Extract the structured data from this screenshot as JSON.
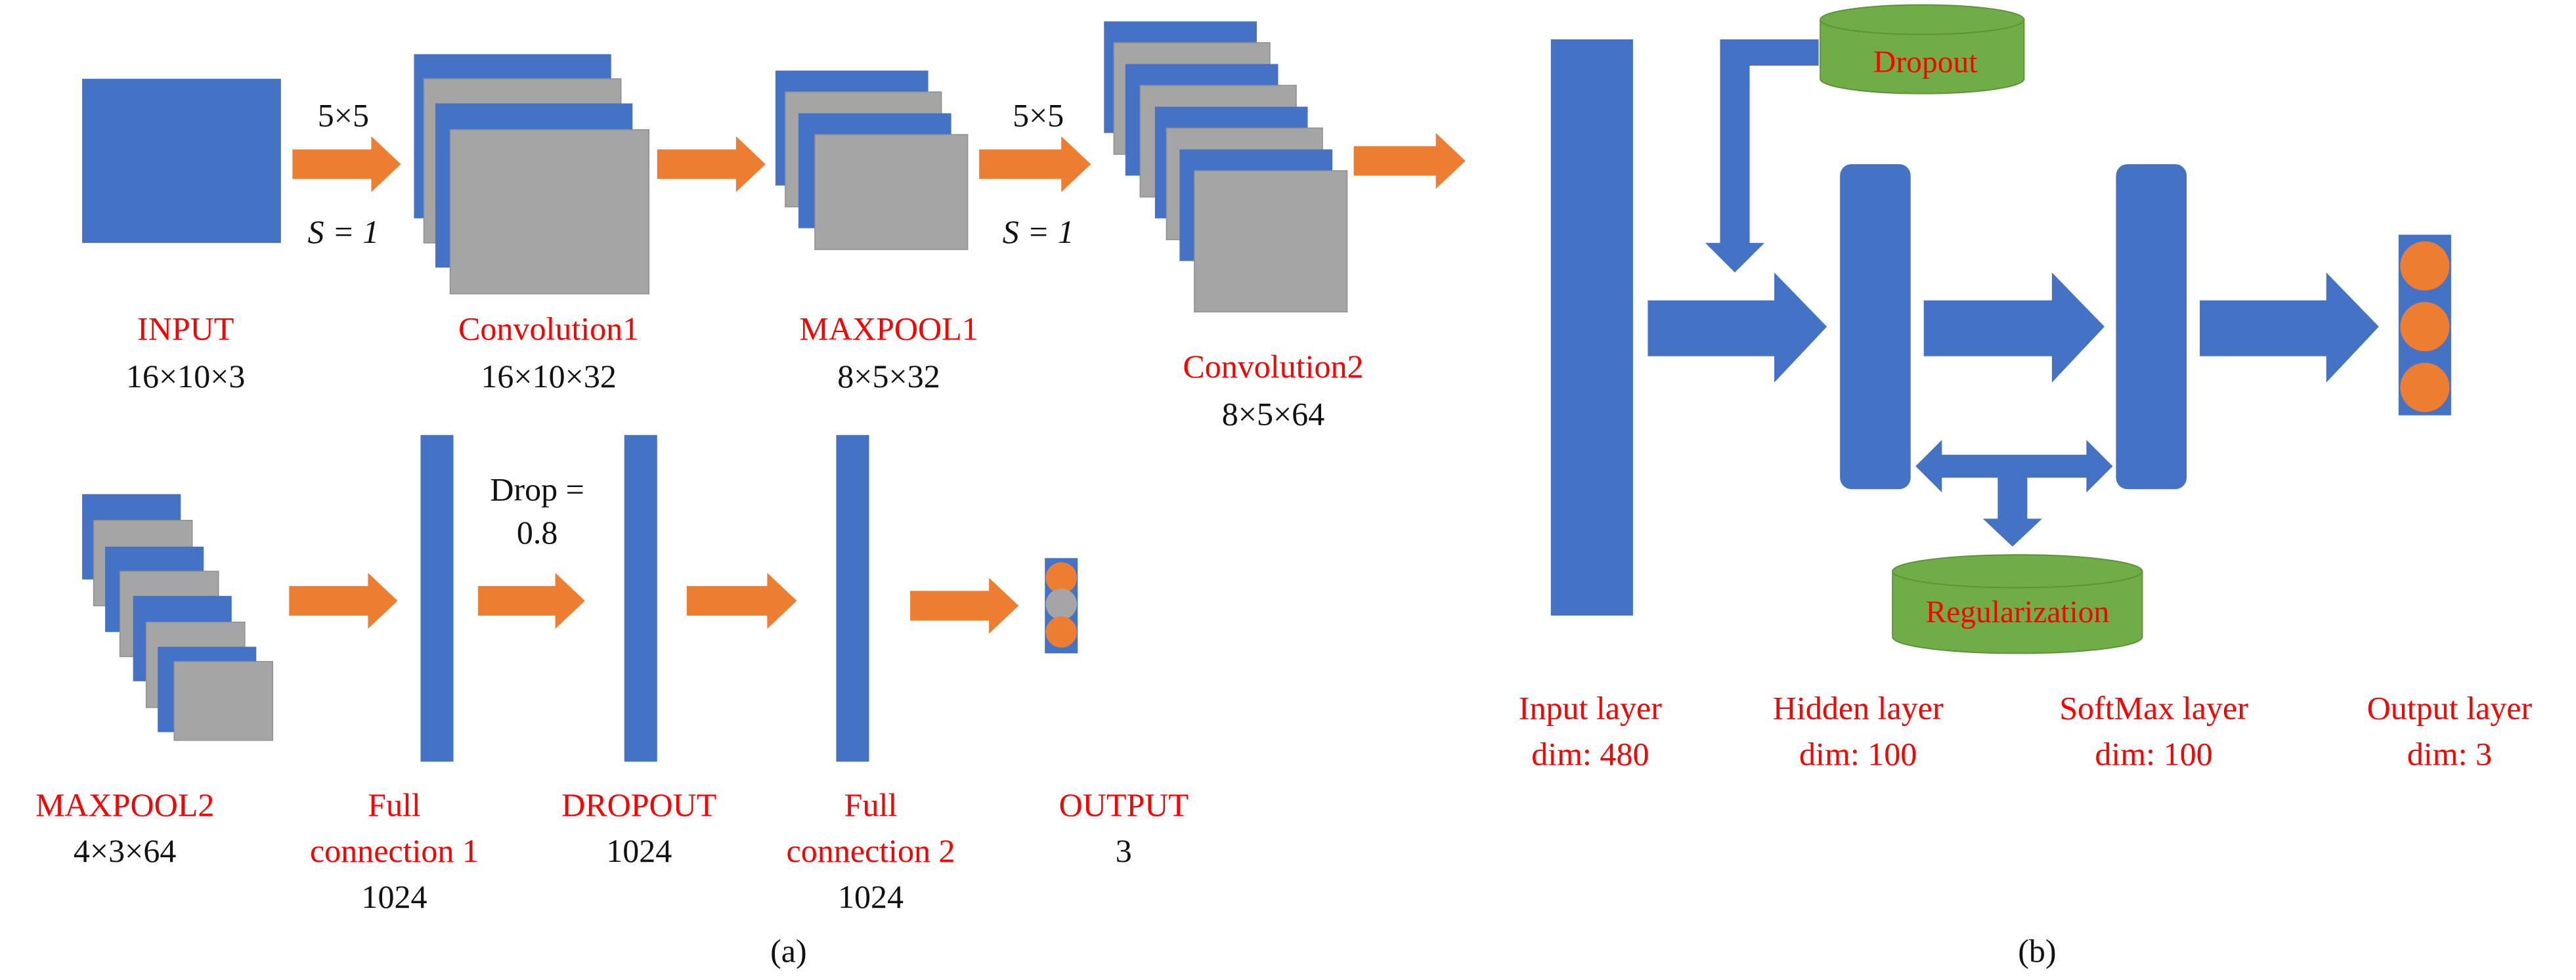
{
  "figure": {
    "panel_a": {
      "caption": "(a)",
      "top_row": [
        {
          "name": "INPUT",
          "dims": "16×10×3"
        },
        {
          "name": "Convolution1",
          "dims": "16×10×32"
        },
        {
          "name": "MAXPOOL1",
          "dims": "8×5×32"
        },
        {
          "name": "Convolution2",
          "dims": "8×5×64"
        }
      ],
      "conv_annotations": [
        {
          "kernel": "5×5",
          "stride": "S = 1"
        },
        {
          "kernel": "5×5",
          "stride": "S = 1"
        }
      ],
      "bottom_row": [
        {
          "name_line1": "MAXPOOL2",
          "name_line2": "",
          "dims": "4×3×64"
        },
        {
          "name_line1": "Full",
          "name_line2": "connection 1",
          "dims": "1024"
        },
        {
          "name_line1": "DROPOUT",
          "name_line2": "",
          "dims": "1024"
        },
        {
          "name_line1": "Full",
          "name_line2": "connection 2",
          "dims": "1024"
        },
        {
          "name_line1": "OUTPUT",
          "name_line2": "",
          "dims": "3"
        }
      ],
      "drop_annotation": {
        "line1": "Drop =",
        "line2": "0.8"
      }
    },
    "panel_b": {
      "caption": "(b)",
      "dropout_label": "Dropout",
      "regularization_label": "Regularization",
      "layers": [
        {
          "name": "Input layer",
          "dim": "dim: 480"
        },
        {
          "name": "Hidden layer",
          "dim": "dim: 100"
        },
        {
          "name": "SoftMax layer",
          "dim": "dim: 100"
        },
        {
          "name": "Output layer",
          "dim": "dim: 3"
        }
      ]
    },
    "colors": {
      "layer_blue": "#4472C4",
      "feature_gray": "#A5A5A5",
      "arrow_orange": "#ED7D31",
      "cylinder_green": "#70AD47",
      "label_red": "#FF0000"
    }
  }
}
